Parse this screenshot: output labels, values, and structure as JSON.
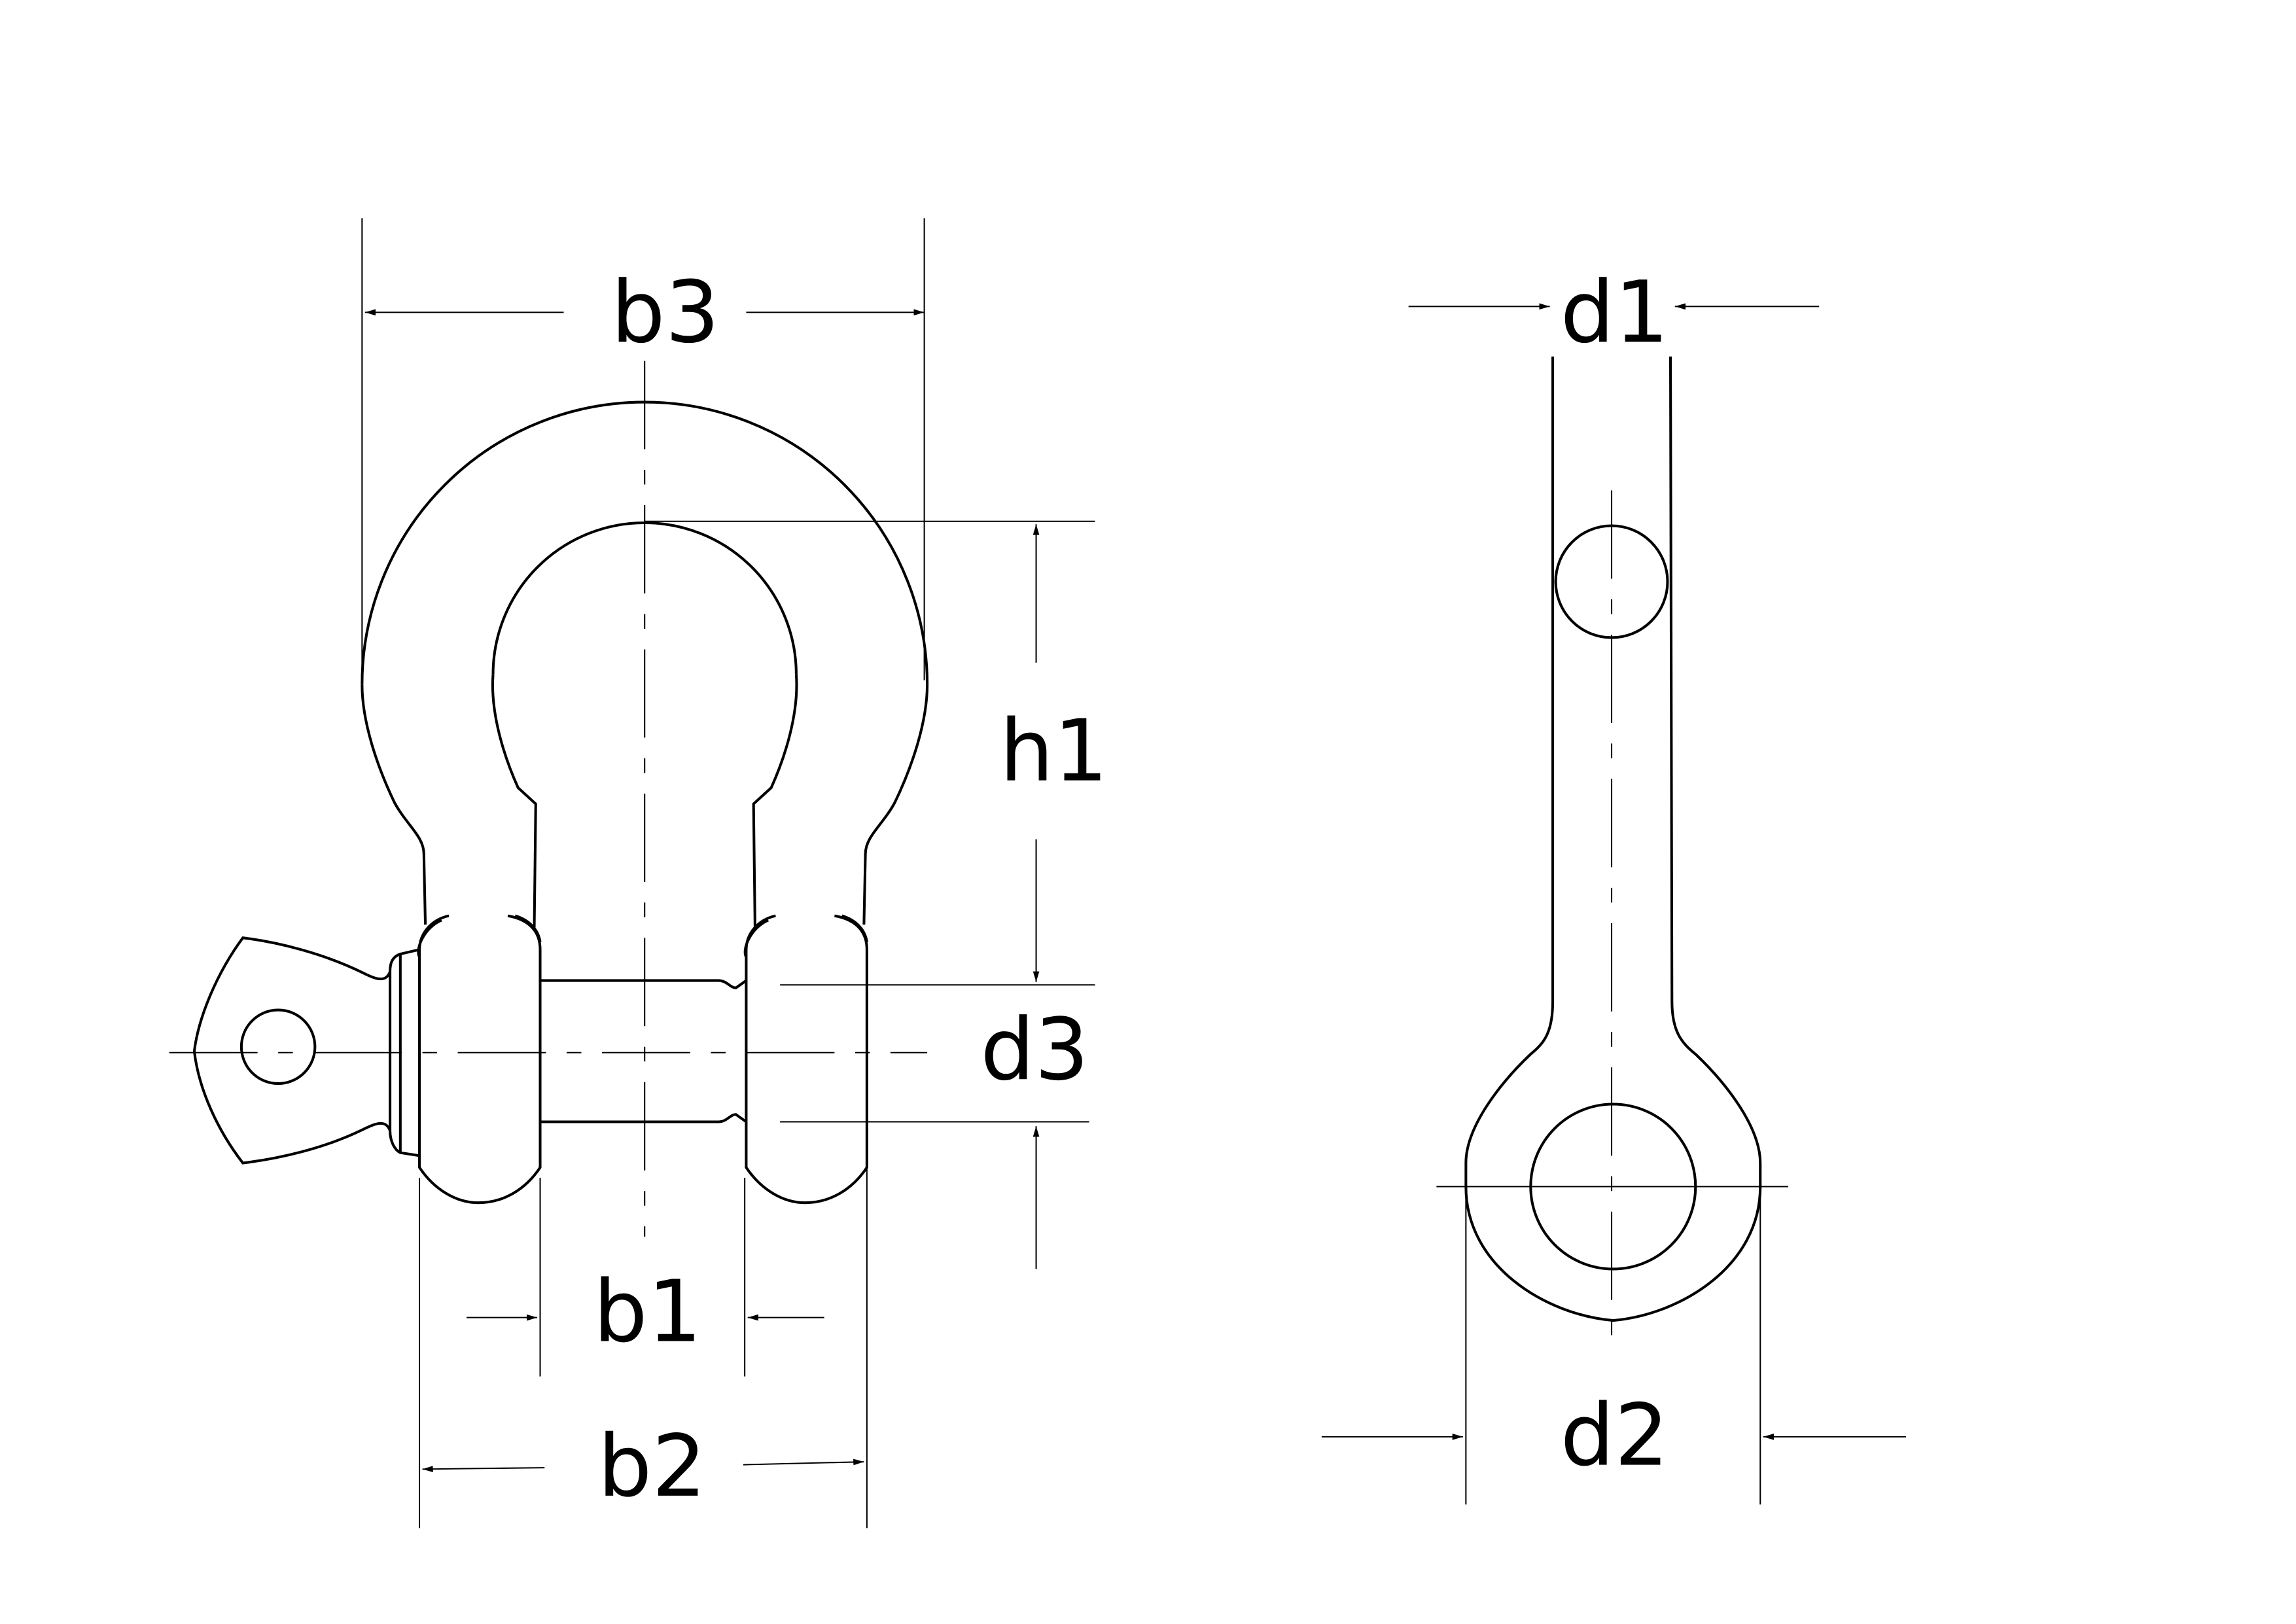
{
  "diagram": {
    "title": "Bow shackle dimensions",
    "labels": {
      "b3": "b3",
      "d1": "d1",
      "h1": "h1",
      "d3": "d3",
      "b1": "b1",
      "b2": "b2",
      "d2": "d2"
    },
    "colors": {
      "line": "#000000",
      "background": "#ffffff"
    }
  }
}
